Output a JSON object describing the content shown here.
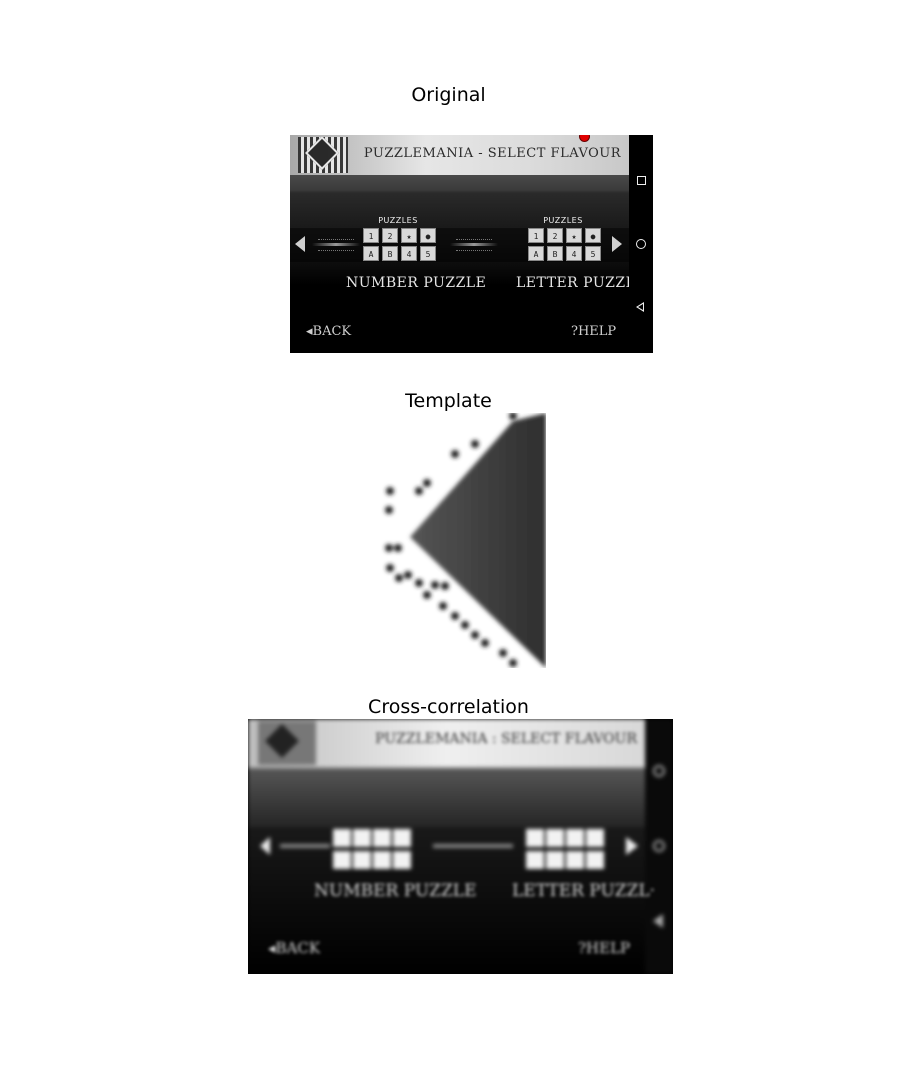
{
  "chart_data": [
    {
      "type": "image",
      "title": "Original",
      "screen": {
        "banner_title": "PUZZLEMANIA - SELECT FLAVOUR",
        "options": [
          {
            "header": "PUZZLES",
            "tiles": [
              "1",
              "2",
              "★",
              "●",
              "A",
              "B",
              "4",
              "5"
            ],
            "label": "NUMBER PUZZLE"
          },
          {
            "header": "PUZZLES",
            "tiles": [
              "1",
              "2",
              "★",
              "●",
              "A",
              "B",
              "4",
              "5"
            ],
            "label": "LETTER PUZZL·"
          }
        ],
        "back_label": "◂BACK",
        "help_label": "?HELP"
      },
      "marker": {
        "shape": "circle",
        "color": "#e00000"
      }
    },
    {
      "type": "image",
      "title": "Template"
    },
    {
      "type": "heatmap",
      "title": "Cross-correlation",
      "colormap": "gray",
      "screen": {
        "banner_title": "PUZZLEMANIA : SELECT FLAVOUR",
        "labels": [
          "NUMBER PUZZLE",
          "LETTER PUZZL·"
        ],
        "back_label": "◂BACK",
        "help_label": "?HELP"
      }
    }
  ],
  "colors": {
    "marker": "#e00000",
    "background": "#ffffff"
  }
}
